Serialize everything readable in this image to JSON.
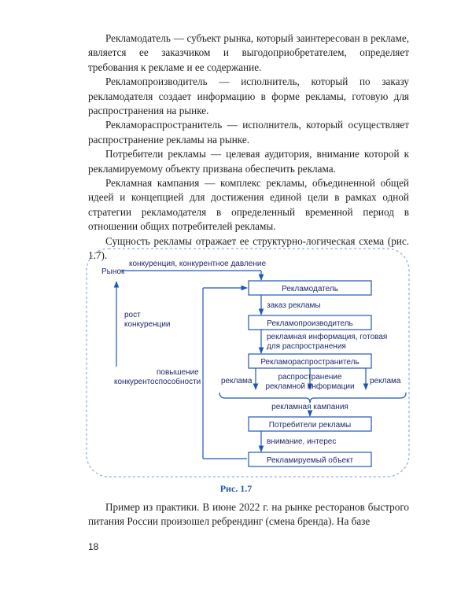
{
  "paragraphs": [
    "Рекламодатель — субъект рынка, который заинтересован в рекламе, является ее заказчиком и выгодоприобретателем, определяет требования к рекламе и ее содержание.",
    "Рекламопроизводитель — исполнитель, который по заказу рекламодателя создает информацию в форме рекламы, готовую для распространения на рынке.",
    "Рекламораспространитель — исполнитель, который осуществляет распространение рекламы на рынке.",
    "Потребители рекламы — целевая аудитория, внимание которой к рекламируемому объекту призвана обеспечить реклама.",
    "Рекламная кампания — комплекс рекламы, объединенной общей идеей и концепцией для достижения единой цели в рамках одной стратегии рекламодателя в определенный временной период в отношении общих потребителей рекламы.",
    "Сущность рекламы отражает ее структурно-логическая схема (рис. 1.7)."
  ],
  "diagram": {
    "market": "Рынок",
    "competition": "конкуренция, конкурентное давление",
    "growth_1": "рост",
    "growth_2": "конкуренции",
    "raise_1": "повышение",
    "raise_2": "конкурентоспособности",
    "box_advertiser": "Рекламодатель",
    "order": "заказ рекламы",
    "box_producer": "Рекламопроизводитель",
    "info_1": "рекламная информация, готовая",
    "info_2": "для распространения",
    "box_distributor": "Рекламораспространитель",
    "ad_left": "реклама",
    "ad_right": "реклама",
    "spread_1": "распространение",
    "spread_2": "рекламной информации",
    "campaign": "рекламная кампания",
    "box_consumers": "Потребители рекламы",
    "attention": "внимание, интерес",
    "box_object": "Рекламируемый объект",
    "colors": {
      "line": "#1e57b5",
      "text": "#1d2a6b",
      "dashed": "#8fb0dc"
    }
  },
  "caption": "Рис. 1.7",
  "after_text": "Пример из практики. В июне 2022 г. на рынке ресторанов быстрого питания России произошел ребрендинг (смена бренда). На базе",
  "page_number": "18"
}
